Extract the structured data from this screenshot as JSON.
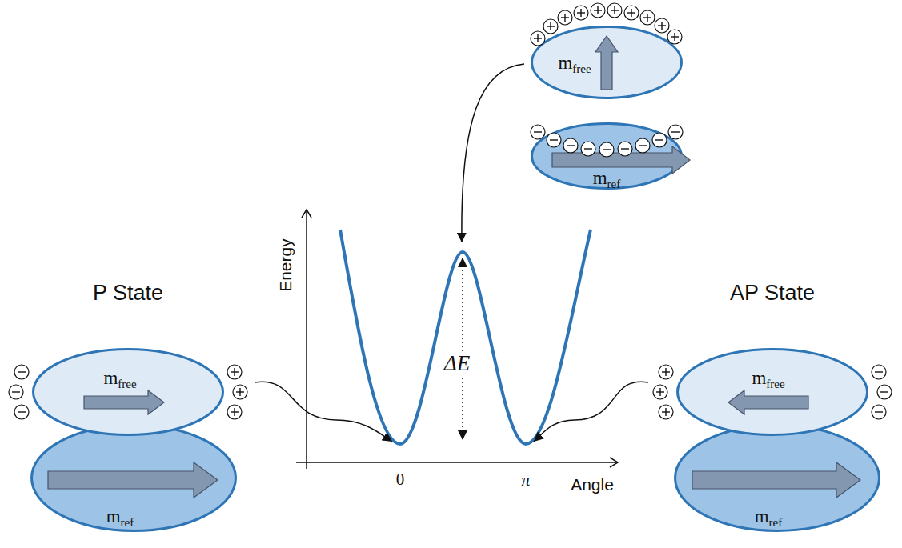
{
  "diagram": {
    "nodes": [
      {
        "text": [
          "m",
          "free"
        ]
      },
      {
        "text": [
          "m",
          "ref"
        ]
      },
      {
        "text": [
          "m",
          "free"
        ]
      },
      {
        "text": [
          "m",
          "ref"
        ]
      },
      {
        "text": [
          "m",
          "free"
        ]
      },
      {
        "text": [
          "m",
          "ref"
        ]
      }
    ],
    "labels": [
      "P State",
      "AP State",
      "Energy",
      "ΔE",
      "0",
      "π",
      "Angle"
    ]
  }
}
